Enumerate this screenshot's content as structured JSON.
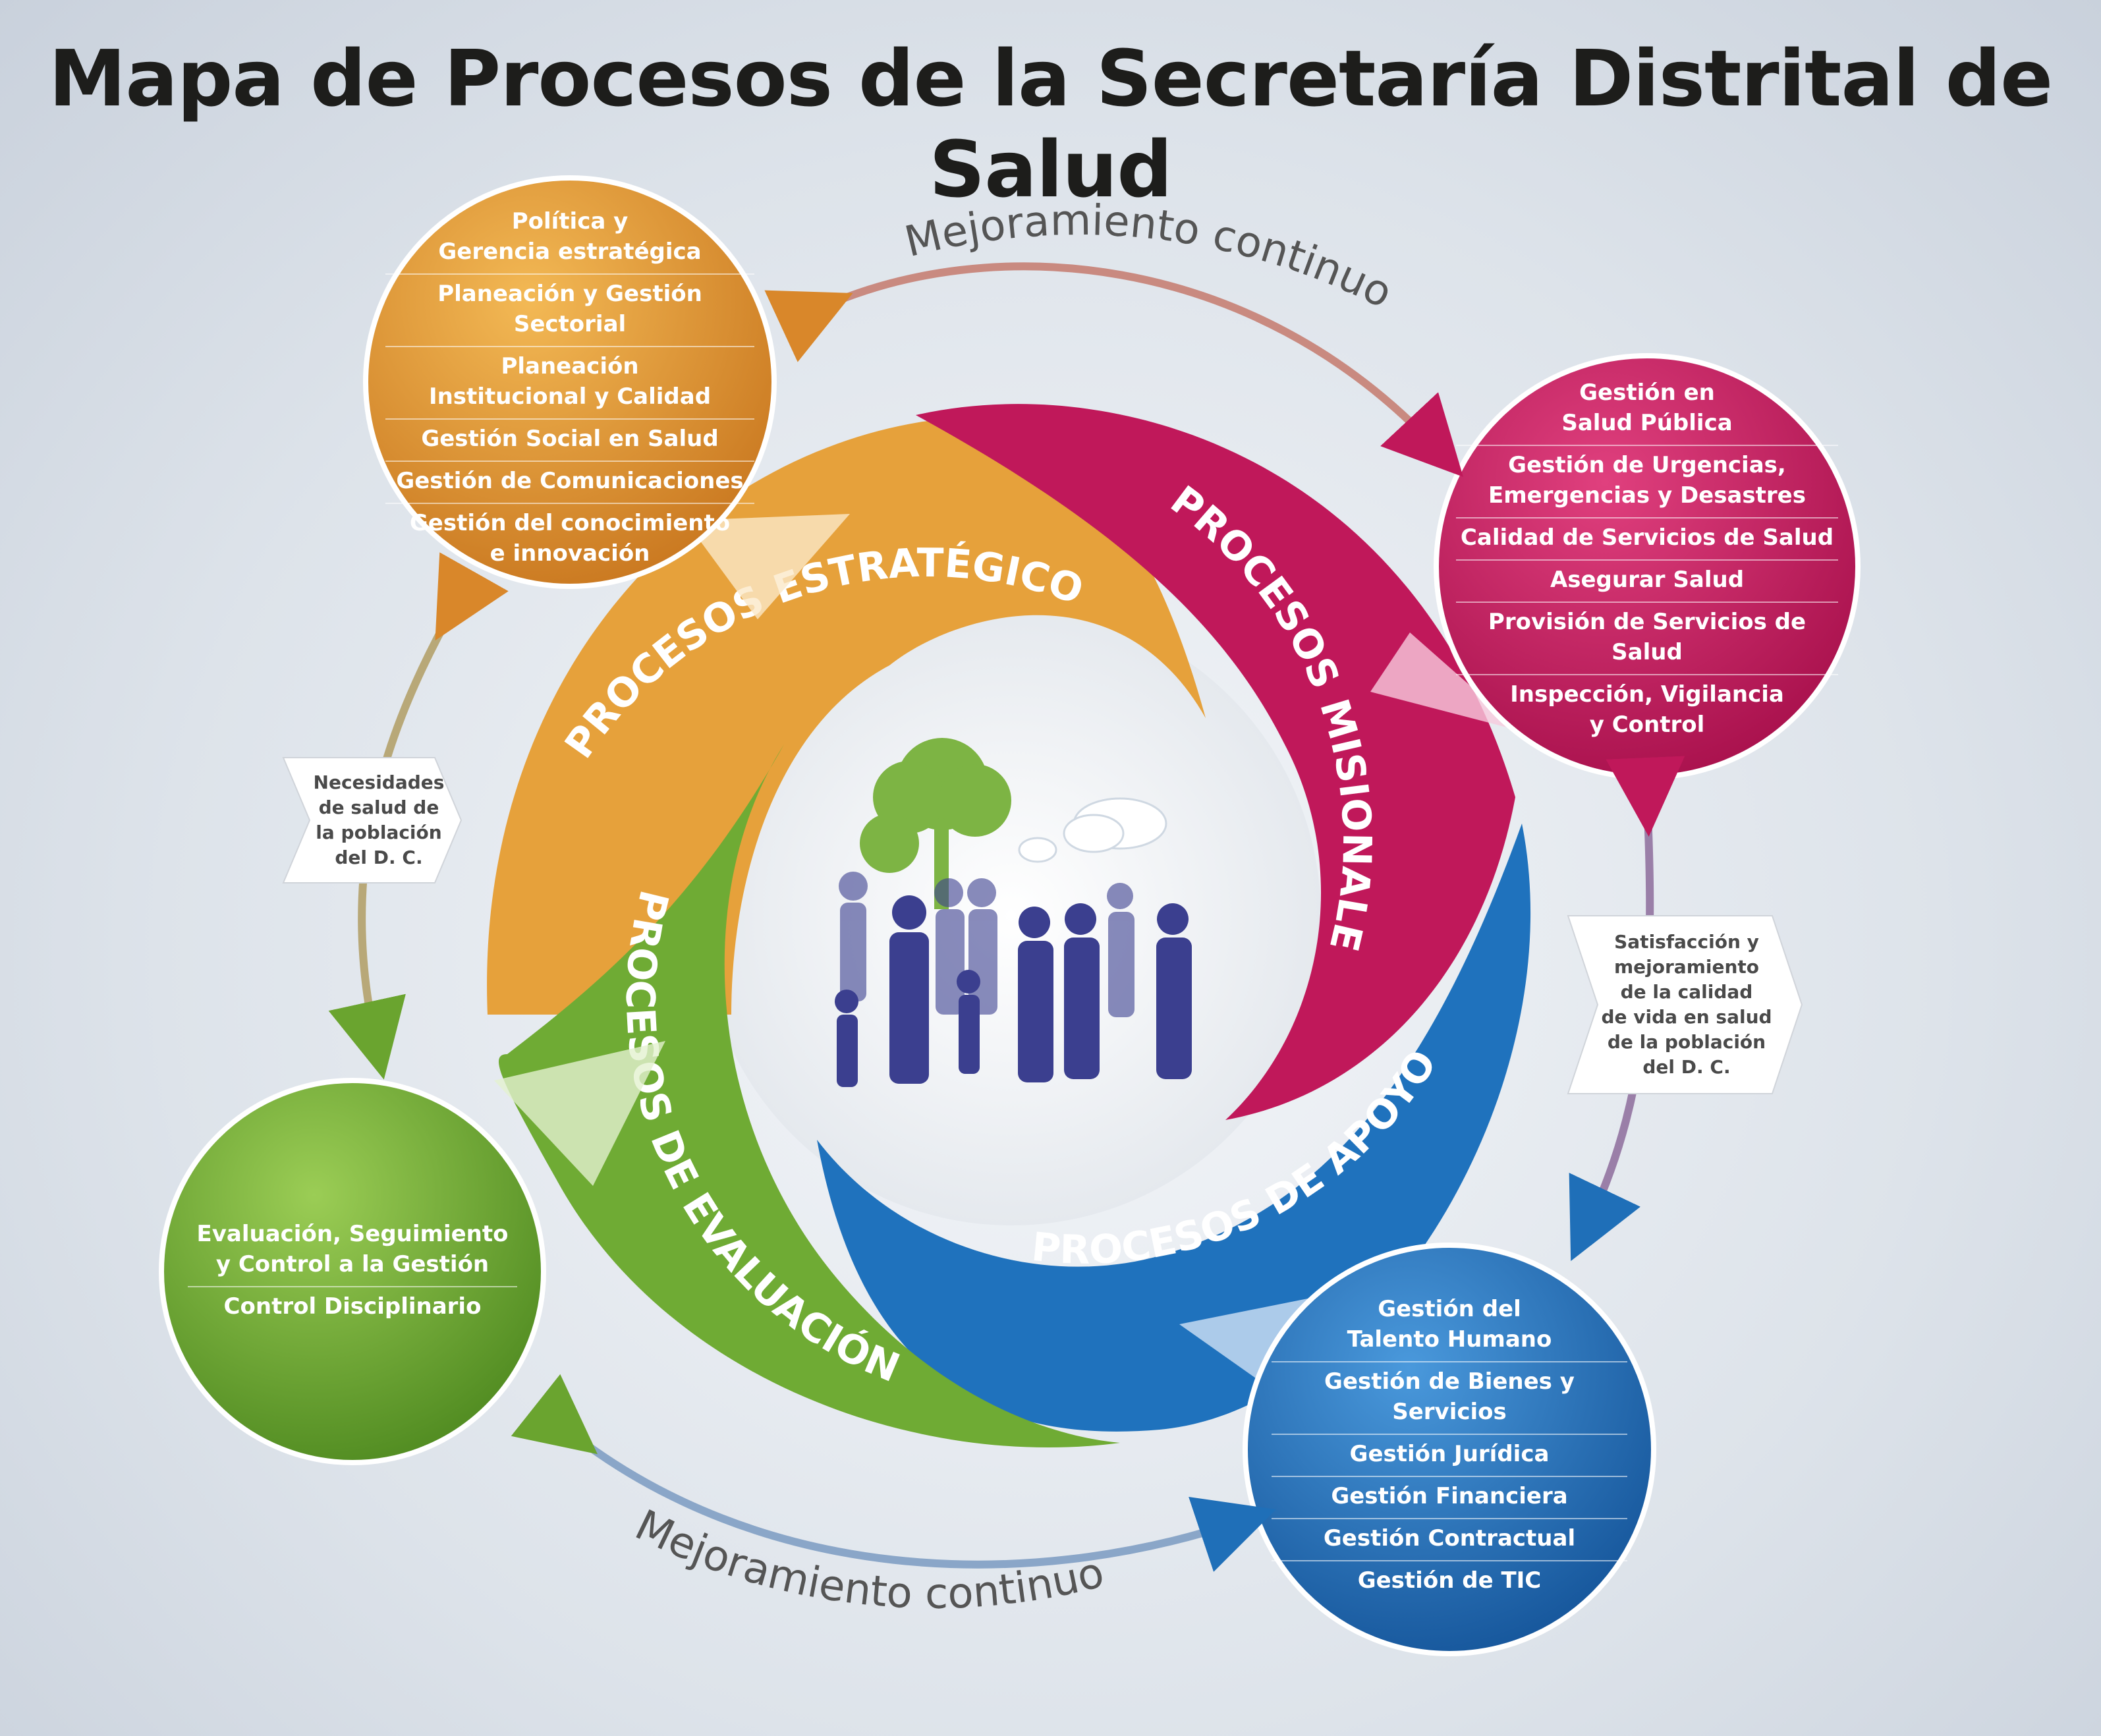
{
  "title": "Mapa de Procesos de la Secretaría Distrital de Salud",
  "cycle_label_top": "Mejoramiento continuo",
  "cycle_label_bottom": "Mejoramiento continuo",
  "needs_note": "Necesidades\nde salud de\nla población\ndel D. C.",
  "satisfaction_note": "Satisfacción y\nmejoramiento\nde la calidad\nde vida en salud\nde la población\ndel D. C.",
  "segments": {
    "estrategicos": "PROCESOS ESTRATÉGICOS",
    "misionales": "PROCESOS MISIONALES",
    "apoyo": "PROCESOS DE APOYO",
    "evaluacion": "PROCESOS DE EVALUACIÓN"
  },
  "bubbles": {
    "estrategicos": {
      "color": "#d9872a",
      "items": [
        "Política y\nGerencia estratégica",
        "Planeación y Gestión Sectorial",
        "Planeación\nInstitucional y Calidad",
        "Gestión Social en Salud",
        "Gestión de Comunicaciones",
        "Gestión del conocimiento\ne innovación"
      ]
    },
    "misionales": {
      "color": "#c0185a",
      "items": [
        "Gestión en\nSalud Pública",
        "Gestión de Urgencias,\nEmergencias y Desastres",
        "Calidad de Servicios de Salud",
        "Asegurar Salud",
        "Provisión de Servicios de Salud",
        "Inspección, Vigilancia\ny Control"
      ]
    },
    "evaluacion": {
      "color": "#6aa42f",
      "items": [
        "Evaluación, Seguimiento\ny Control a la Gestión",
        "Control Disciplinario"
      ]
    },
    "apoyo": {
      "color": "#1f6fb8",
      "items": [
        "Gestión del\nTalento Humano",
        "Gestión de Bienes y Servicios",
        "Gestión Jurídica",
        "Gestión Financiera",
        "Gestión Contractual",
        "Gestión de TIC"
      ]
    }
  },
  "colors": {
    "orange": "#e39a2e",
    "magenta": "#c0185a",
    "blue": "#1f6fb8",
    "green": "#6aa42f",
    "people": "#3b3f8f"
  }
}
